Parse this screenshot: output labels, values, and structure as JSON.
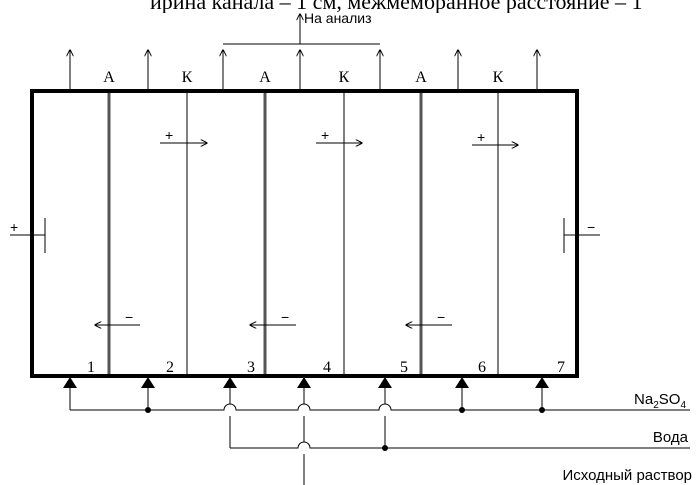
{
  "caption_top": "ирина канала – 1 см, межмембранное расстояние – 1",
  "outlet_label": "На анализ",
  "membrane_labels": [
    "А",
    "К",
    "А",
    "К",
    "А",
    "К"
  ],
  "chamber_numbers": [
    "1",
    "2",
    "3",
    "4",
    "5",
    "6",
    "7"
  ],
  "electrodes": {
    "anode_sign": "+",
    "cathode_sign": "−"
  },
  "migration_signs": {
    "cation": "+",
    "anion": "−"
  },
  "inlet_labels": {
    "salt": "Na",
    "salt_sub1": "2",
    "salt_mid": "SO",
    "salt_sub2": "4",
    "water": "Вода",
    "feed": "Исходный раствор"
  }
}
